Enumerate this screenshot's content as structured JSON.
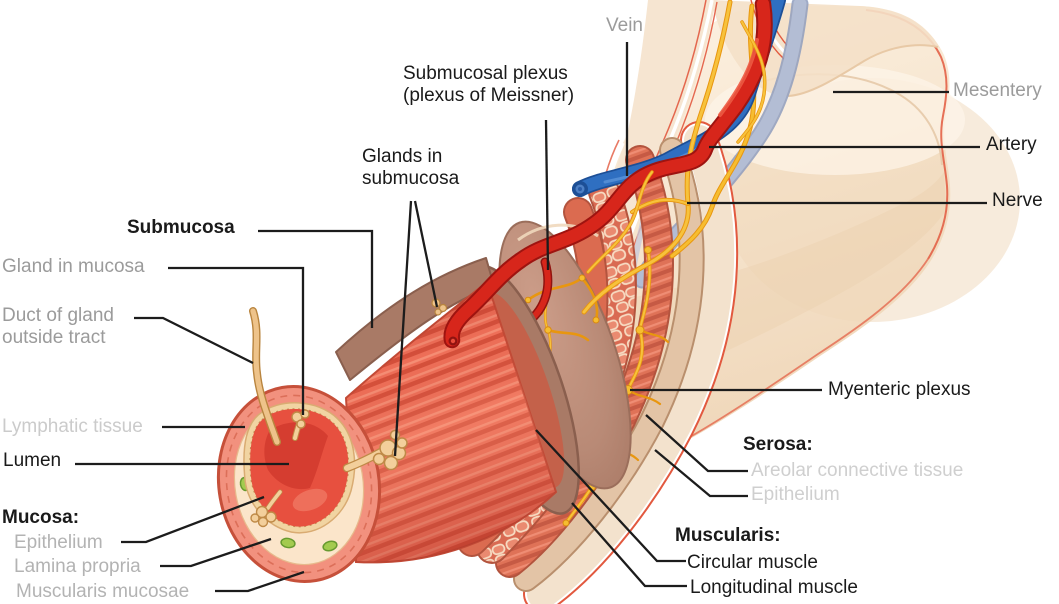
{
  "labels": {
    "vein": "Vein",
    "submucosal_plexus": "Submucosal plexus\n(plexus of Meissner)",
    "glands_in_submucosa": "Glands in\nsubmucosa",
    "submucosa": "Submucosa",
    "gland_in_mucosa": "Gland in mucosa",
    "duct_of_gland": "Duct of gland\noutside tract",
    "lymphatic_tissue": "Lymphatic tissue",
    "lumen": "Lumen",
    "mucosa_heading": "Mucosa:",
    "mucosa_epithelium": "Epithelium",
    "lamina_propria": "Lamina propria",
    "muscularis_mucosae": "Muscularis mucosae",
    "mesentery": "Mesentery",
    "artery": "Artery",
    "nerve": "Nerve",
    "myenteric_plexus": "Myenteric plexus",
    "serosa_heading": "Serosa:",
    "serosa_areolar": "Areolar connective tissue",
    "serosa_epithelium": "Epithelium",
    "muscularis_heading": "Muscularis:",
    "circular_muscle": "Circular muscle",
    "longitudinal_muscle": "Longitudinal muscle"
  },
  "palette": {
    "artery_red": "#d7261b",
    "vein_blue": "#2f6fc1",
    "nerve_yellow": "#f6bd30",
    "serosa_beige": "#f3e2cd",
    "muscle_salmon": "#df7257",
    "submucosa_mauve": "#b98a76",
    "mucosa_red": "#ee6f58",
    "lumen_red": "#e7503f",
    "lymph_green": "#a3cb4f",
    "gland_tan": "#f3cf9b",
    "label_black": "#1a1a1a",
    "label_gray": "#9b9b9b",
    "label_lightgray": "#cbcbcb"
  }
}
